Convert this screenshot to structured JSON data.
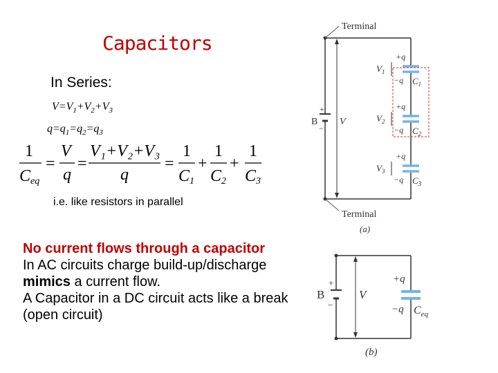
{
  "slide": {
    "title": "Capacitors",
    "series_heading": "In Series:",
    "voltage_eq": {
      "lhs": "V=V",
      "t1": "1",
      "p1": "+V",
      "t2": "2",
      "p2": "+V",
      "t3": "3"
    },
    "charge_eq": {
      "lhs": "q=q",
      "t1": "1",
      "p1": "=q",
      "t2": "2",
      "p2": "=q",
      "t3": "3"
    },
    "formula": {
      "one": "1",
      "c_eq": "C",
      "c_eq_sub": "eq",
      "v": "V",
      "q": "q",
      "v_sum": "V₁+V₂+V₃",
      "c1": "C",
      "c1_sub": "1",
      "c2": "C",
      "c2_sub": "2",
      "c3": "C",
      "c3_sub": "3"
    },
    "note": "i.e. like resistors in parallel",
    "body": {
      "line1_red": "No current flows through a capacitor",
      "line2_a": "In AC circuits charge build-up/discharge ",
      "line2_bold": "mimics",
      "line2_b": " a current flow.",
      "line3": "A Capacitor in a DC circuit acts like a break (open circuit)"
    }
  },
  "circuit_a": {
    "terminal_top": "Terminal",
    "terminal_bottom": "Terminal",
    "battery": "B",
    "voltage": "V",
    "plus": "+",
    "minus": "−",
    "v1": "V",
    "v1_sub": "1",
    "v2": "V",
    "v2_sub": "2",
    "v3": "V",
    "v3_sub": "3",
    "plus_q": "+q",
    "minus_q": "−q",
    "c1": "C",
    "c1_sub": "1",
    "c2": "C",
    "c2_sub": "2",
    "c3": "C",
    "c3_sub": "3",
    "caption": "(a)"
  },
  "circuit_b": {
    "battery": "B",
    "voltage": "V",
    "plus": "+",
    "minus": "−",
    "plus_q": "+q",
    "minus_q": "−q",
    "ceq": "C",
    "ceq_sub": "eq",
    "caption": "(b)"
  },
  "colors": {
    "title": "#c00000",
    "capacitor": "#6fb6e8",
    "highlight": "#e05050",
    "wire": "#333333"
  }
}
